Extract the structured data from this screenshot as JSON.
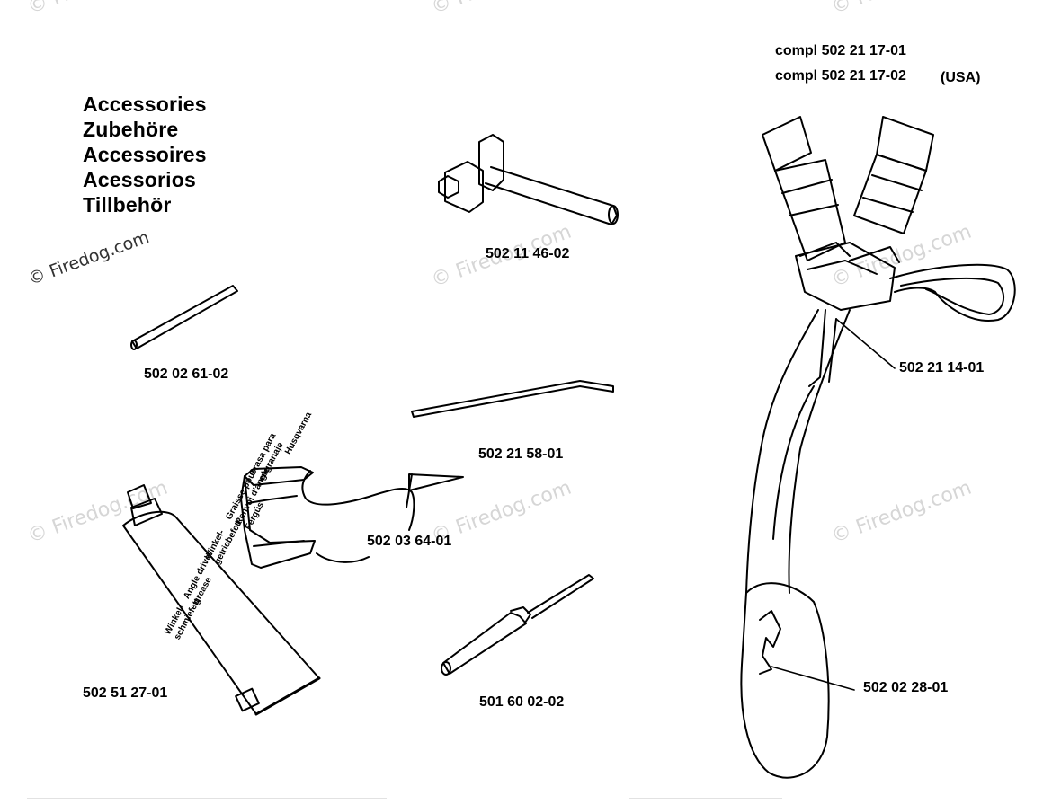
{
  "titles": [
    "Accessories",
    "Zubehöre",
    "Accessoires",
    "Acessorios",
    "Tillbehör"
  ],
  "watermark": "Firedog.com",
  "watermark_copyright": "© Firedog.com",
  "harness": {
    "line1": "compl 502 21 17-01",
    "line2": "compl 502 21 17-02",
    "usa": "(USA)"
  },
  "parts": {
    "wrench": "502 11 46-02",
    "pin": "502 02 61-02",
    "rod": "502 21 58-01",
    "guard": "502 03 64-01",
    "grease": "502 51 27-01",
    "file": "501 60 02-02",
    "buckle": "502 21 14-01",
    "hook": "502 02 28-01"
  },
  "grease_tube_label": [
    "Winkel-",
    "schmiefett",
    "Angle drive",
    "grease",
    "Winkel-",
    "getriebefett",
    "Graisse pour",
    "Renvoi d'angle",
    "Fergús",
    "Grasa para",
    "engranaje",
    "Husqvarna"
  ],
  "colors": {
    "ink": "#000000",
    "watermark": "#d6d6d6",
    "paper": "#ffffff"
  }
}
